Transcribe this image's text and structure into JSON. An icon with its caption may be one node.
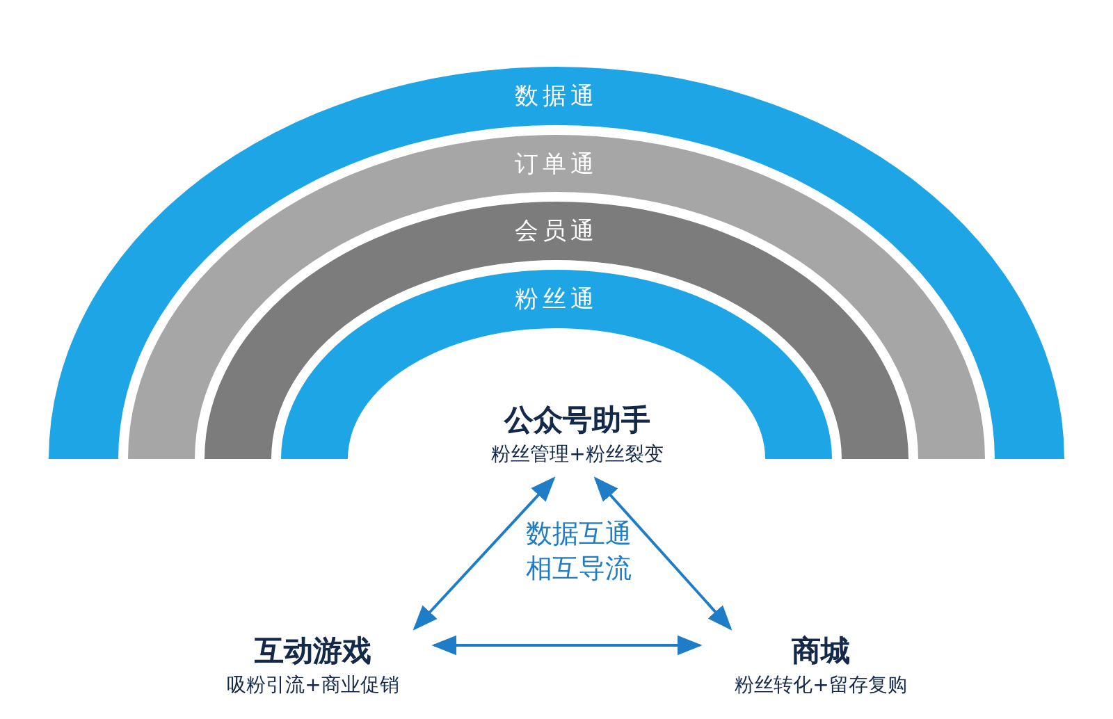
{
  "diagram": {
    "nodes": [
      {
        "text": [
          "数据通"
        ]
      },
      {
        "text": [
          "订单通"
        ]
      },
      {
        "text": [
          "会员通"
        ]
      },
      {
        "text": [
          "粉丝通"
        ]
      },
      {
        "text": [
          "公众号助手",
          "粉丝管理+粉丝裂变"
        ]
      },
      {
        "text": [
          "互动游戏",
          "吸粉引流+商业促销"
        ]
      },
      {
        "text": [
          "商城",
          "粉丝转化+留存复购"
        ]
      }
    ],
    "edges": [
      {
        "from": 4,
        "to": 5,
        "arrow": "both"
      },
      {
        "from": 4,
        "to": 6,
        "arrow": "both"
      },
      {
        "from": 5,
        "to": 6,
        "arrow": "both"
      }
    ],
    "labels": [
      "数据互通相互导流"
    ]
  }
}
